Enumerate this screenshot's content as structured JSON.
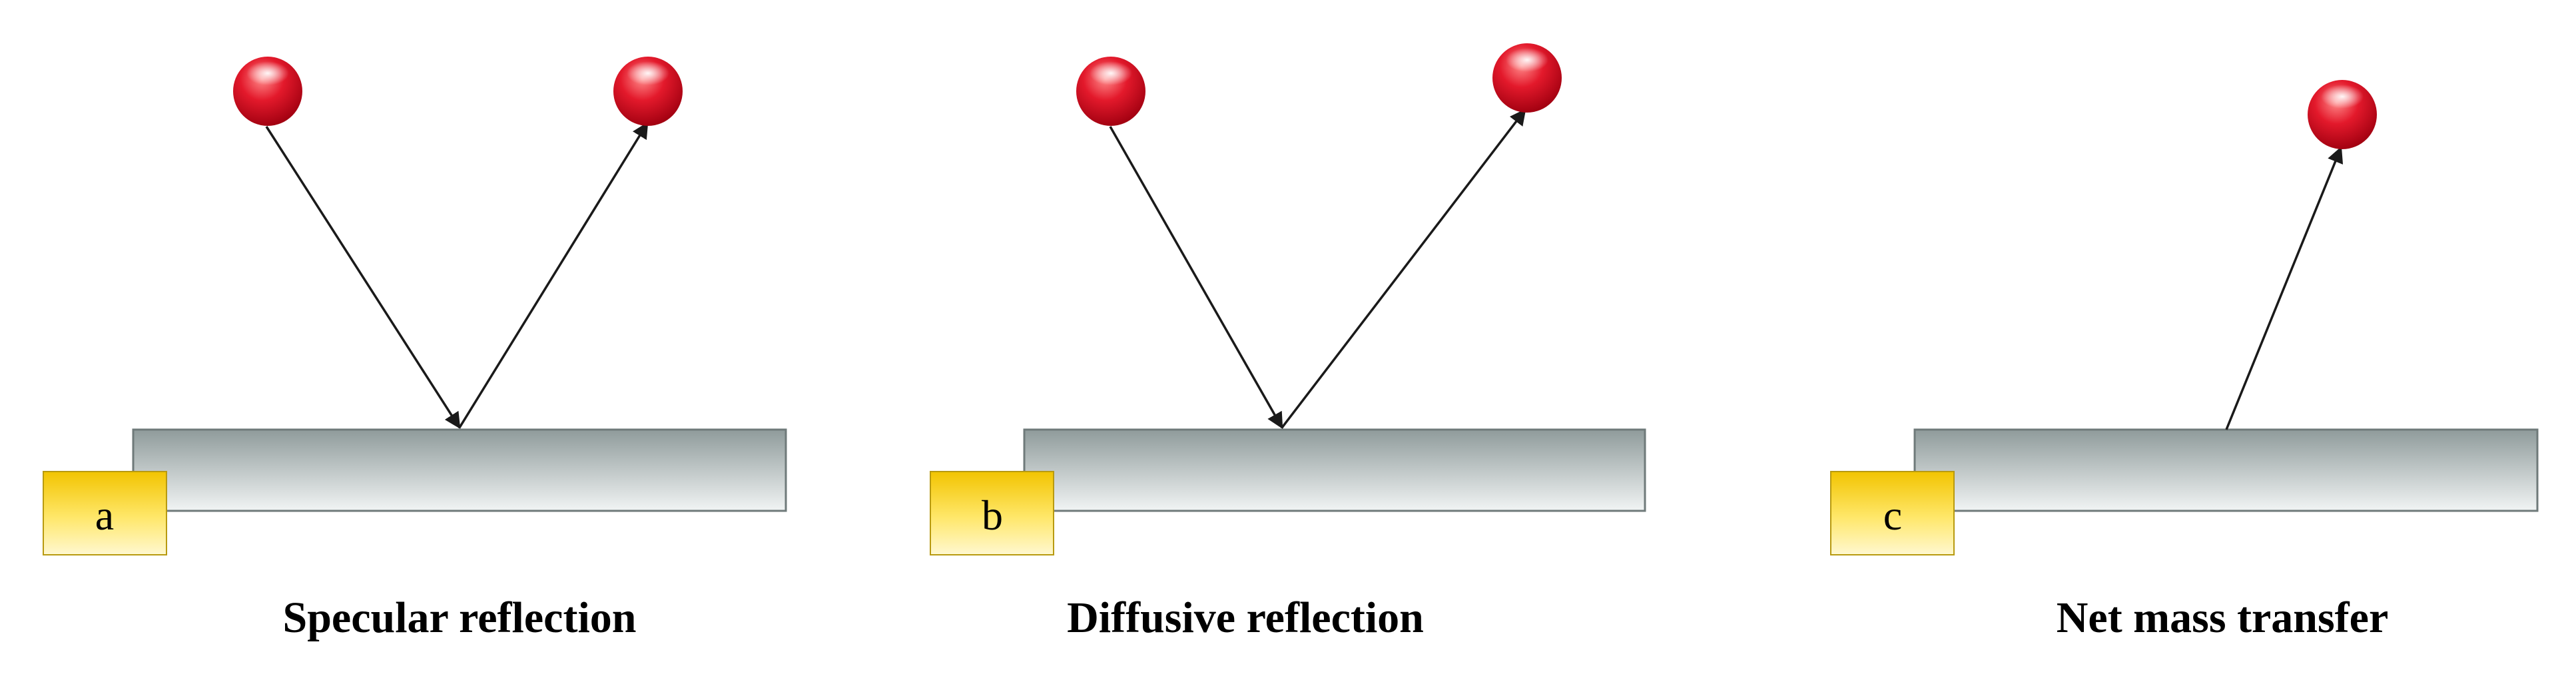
{
  "panels": [
    {
      "tag": "a",
      "caption": "Specular reflection"
    },
    {
      "tag": "b",
      "caption": "Diffusive reflection"
    },
    {
      "tag": "c",
      "caption": "Net mass transfer"
    }
  ],
  "colors": {
    "particle": "#e01e2e",
    "surface_top": "#8f9b9b",
    "surface_bottom": "#f1f4f4",
    "tag_top": "#f2c400",
    "tag_bottom": "#fff8d0",
    "arrow": "#1a1a1a"
  }
}
